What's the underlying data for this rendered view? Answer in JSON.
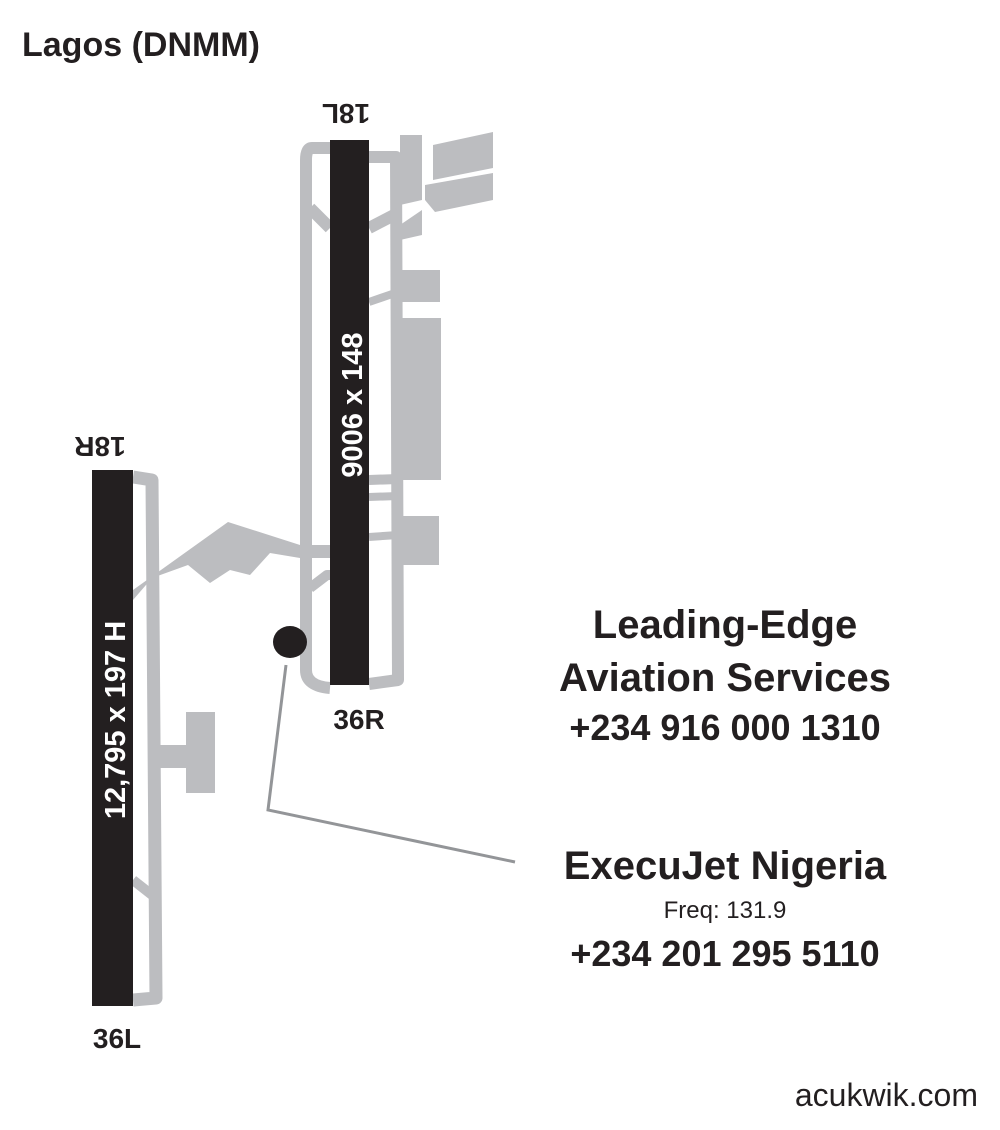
{
  "title": "Lagos (DNMM)",
  "runways": [
    {
      "id": "runway-18l-36r",
      "end_top": "18L",
      "end_bottom": "36R",
      "dimensions": "9006 x 148"
    },
    {
      "id": "runway-18r-36l",
      "end_top": "18R",
      "end_bottom": "36L",
      "dimensions": "12,795 x 197 H"
    }
  ],
  "fbos": [
    {
      "name_line1": "Leading-Edge",
      "name_line2": "Aviation Services",
      "phone": "+234 916 000 1310"
    },
    {
      "name": "ExecuJet Nigeria",
      "freq": "Freq: 131.9",
      "phone": "+234 201 295 5110"
    }
  ],
  "footer": "acukwik.com",
  "colors": {
    "runway": "#231f20",
    "taxiway": "#bcbdc0"
  }
}
